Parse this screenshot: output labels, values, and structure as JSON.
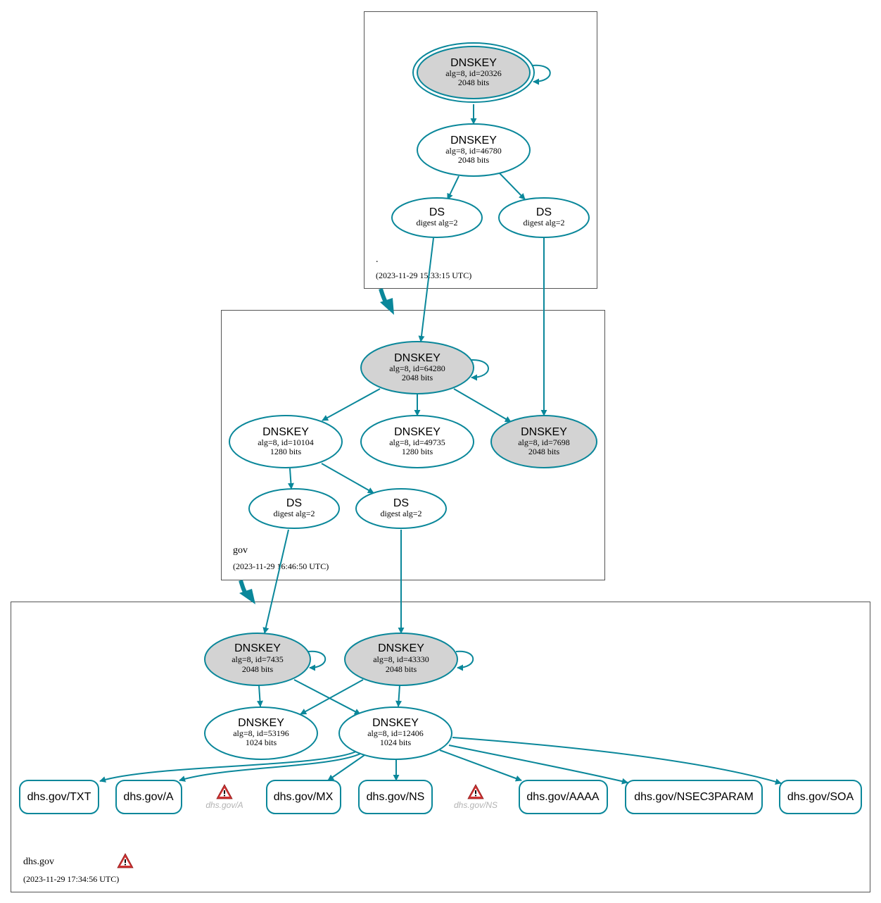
{
  "colors": {
    "edge": "#0a879a",
    "signing_fill": "#d3d3d3",
    "plain_fill": "#ffffff",
    "zone_border": "#555555",
    "warning": "#d03232",
    "warning_label": "#b3b3b3"
  },
  "zones": {
    "root": {
      "name": ".",
      "timestamp": "(2023-11-29 15:33:15 UTC)"
    },
    "gov": {
      "name": "gov",
      "timestamp": "(2023-11-29 16:46:50 UTC)"
    },
    "dhs": {
      "name": "dhs.gov",
      "timestamp": "(2023-11-29 17:34:56 UTC)",
      "warning_icon": "warning-icon"
    }
  },
  "nodes": {
    "root_ksk": {
      "title": "DNSKEY",
      "line1": "alg=8, id=20326",
      "line2": "2048 bits"
    },
    "root_zsk": {
      "title": "DNSKEY",
      "line1": "alg=8, id=46780",
      "line2": "2048 bits"
    },
    "root_ds1": {
      "title": "DS",
      "line1": "digest alg=2"
    },
    "root_ds2": {
      "title": "DS",
      "line1": "digest alg=2"
    },
    "gov_ksk": {
      "title": "DNSKEY",
      "line1": "alg=8, id=64280",
      "line2": "2048 bits"
    },
    "gov_zsk1": {
      "title": "DNSKEY",
      "line1": "alg=8, id=10104",
      "line2": "1280 bits"
    },
    "gov_zsk2": {
      "title": "DNSKEY",
      "line1": "alg=8, id=49735",
      "line2": "1280 bits"
    },
    "gov_ksk2": {
      "title": "DNSKEY",
      "line1": "alg=8, id=7698",
      "line2": "2048 bits"
    },
    "gov_ds1": {
      "title": "DS",
      "line1": "digest alg=2"
    },
    "gov_ds2": {
      "title": "DS",
      "line1": "digest alg=2"
    },
    "dhs_ksk1": {
      "title": "DNSKEY",
      "line1": "alg=8, id=7435",
      "line2": "2048 bits"
    },
    "dhs_ksk2": {
      "title": "DNSKEY",
      "line1": "alg=8, id=43330",
      "line2": "2048 bits"
    },
    "dhs_zsk1": {
      "title": "DNSKEY",
      "line1": "alg=8, id=53196",
      "line2": "1024 bits"
    },
    "dhs_zsk2": {
      "title": "DNSKEY",
      "line1": "alg=8, id=12406",
      "line2": "1024 bits"
    }
  },
  "rrsets": {
    "txt": "dhs.gov/TXT",
    "a": "dhs.gov/A",
    "mx": "dhs.gov/MX",
    "ns": "dhs.gov/NS",
    "aaaa": "dhs.gov/AAAA",
    "nsec3param": "dhs.gov/NSEC3PARAM",
    "soa": "dhs.gov/SOA"
  },
  "warnings": {
    "a": {
      "label": "dhs.gov/A",
      "icon": "warning-icon"
    },
    "ns": {
      "label": "dhs.gov/NS",
      "icon": "warning-icon"
    }
  }
}
